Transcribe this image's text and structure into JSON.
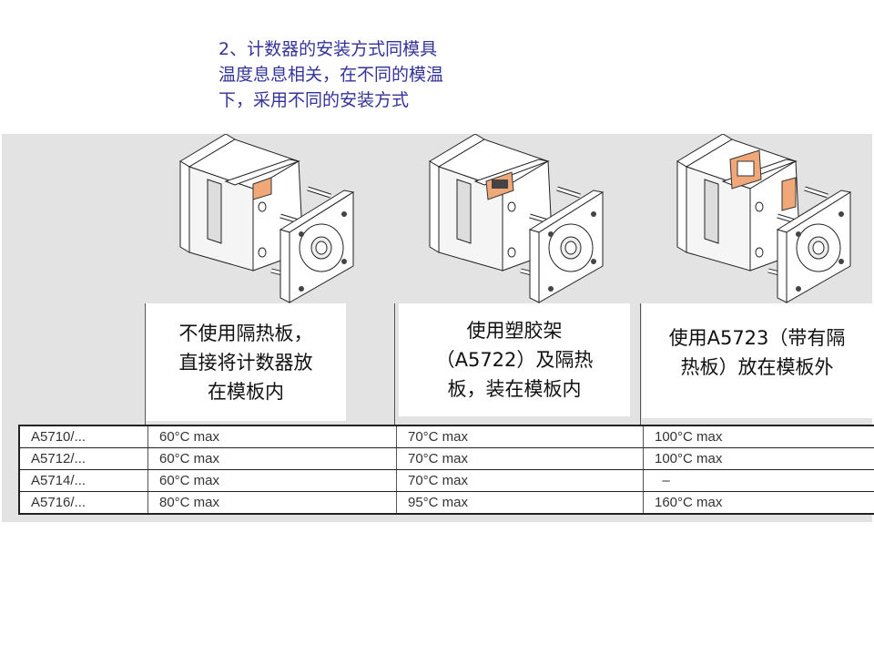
{
  "title_lines": [
    "2、计数器的安装方式同模具",
    "温度息息相关，在不同的模温",
    "下，采用不同的安装方式"
  ],
  "labels": [
    {
      "lines": [
        "不使用隔热板，",
        "直接将计数器放",
        "在模板内"
      ]
    },
    {
      "lines": [
        "使用塑胶架",
        "（A5722）及隔热",
        "板，装在模板内"
      ]
    },
    {
      "lines": [
        "使用A5723（带有隔",
        "热板）放在模板外"
      ]
    }
  ],
  "table": {
    "rows": [
      [
        "A5710/...",
        "60°C max",
        "70°C max",
        "100°C max"
      ],
      [
        "A5712/...",
        "60°C max",
        "70°C max",
        "100°C max"
      ],
      [
        "A5714/...",
        "60°C max",
        "70°C max",
        "  –"
      ],
      [
        "A5716/...",
        "80°C max",
        "95°C max",
        "160°C max"
      ]
    ]
  },
  "colors": {
    "title": "#33339a",
    "counter": "#f0a878",
    "panel": "#e3e3e3"
  }
}
